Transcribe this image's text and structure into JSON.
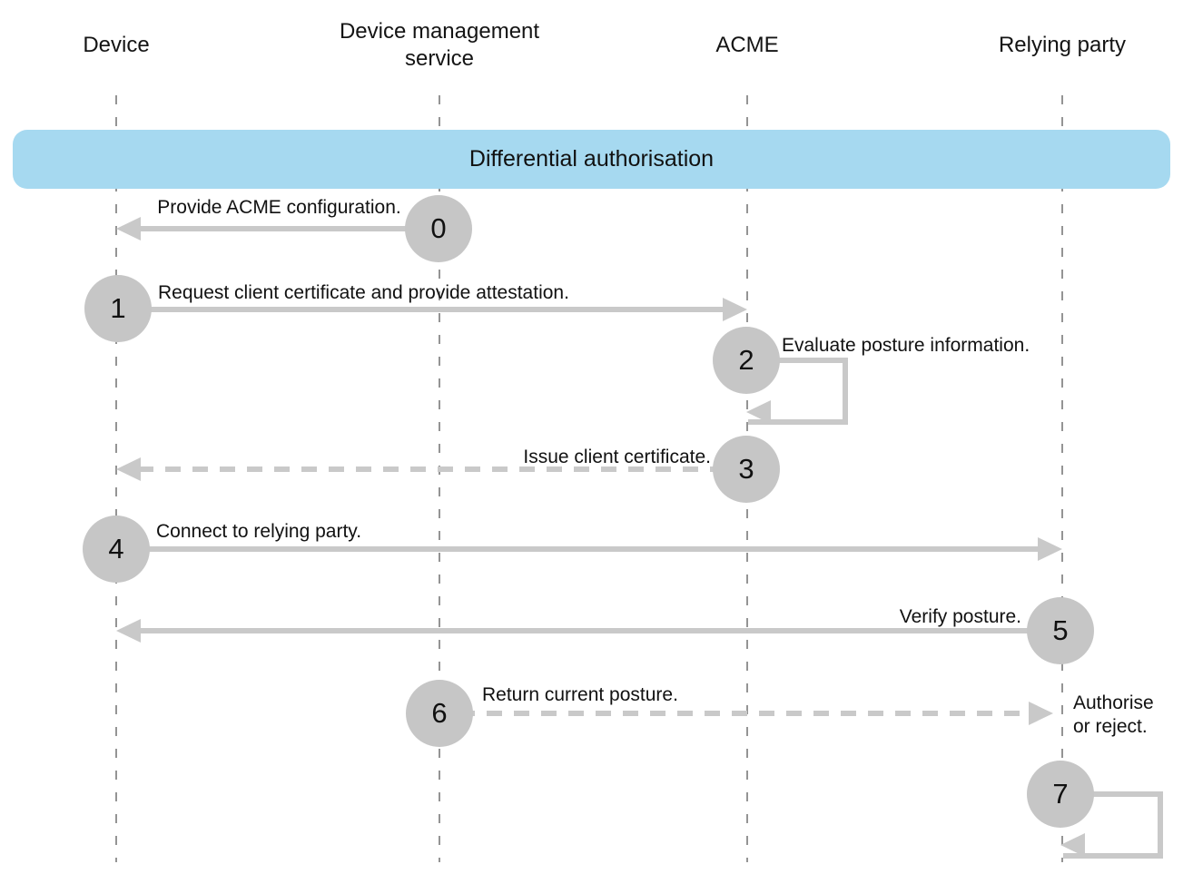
{
  "diagram": {
    "type": "sequence-diagram",
    "phase_banner": "Differential authorisation"
  },
  "actors": [
    {
      "id": "device",
      "label": "Device"
    },
    {
      "id": "device-management-service",
      "label": "Device management service"
    },
    {
      "id": "acme",
      "label": "ACME"
    },
    {
      "id": "relying-party",
      "label": "Relying party"
    }
  ],
  "steps": [
    {
      "number": "0",
      "label": "Provide ACME configuration.",
      "from": "device-management-service",
      "to": "device",
      "line": "solid",
      "direction": "left"
    },
    {
      "number": "1",
      "label": "Request client certificate and provide attestation.",
      "from": "device",
      "to": "acme",
      "line": "solid",
      "direction": "right"
    },
    {
      "number": "2",
      "label": "Evaluate posture information.",
      "from": "acme",
      "to": "acme",
      "line": "self-loop",
      "direction": "self"
    },
    {
      "number": "3",
      "label": "Issue client certificate.",
      "from": "acme",
      "to": "device",
      "line": "dashed",
      "direction": "left"
    },
    {
      "number": "4",
      "label": "Connect to relying party.",
      "from": "device",
      "to": "relying-party",
      "line": "solid",
      "direction": "right"
    },
    {
      "number": "5",
      "label": "Verify posture.",
      "from": "relying-party",
      "to": "device",
      "line": "solid",
      "direction": "left"
    },
    {
      "number": "6",
      "label": "Return current posture.",
      "note": "Authorise or reject.",
      "from": "device-management-service",
      "to": "relying-party",
      "line": "dashed",
      "direction": "right"
    },
    {
      "number": "7",
      "label": "",
      "from": "relying-party",
      "to": "relying-party",
      "line": "self-loop",
      "direction": "self"
    }
  ],
  "colors": {
    "banner_blue": "#a6d9f0",
    "badge_gray": "#c6c6c6",
    "arrow_gray": "#c9c9c9",
    "lifeline_gray": "#949494",
    "text": "#111111",
    "background": "#ffffff"
  }
}
